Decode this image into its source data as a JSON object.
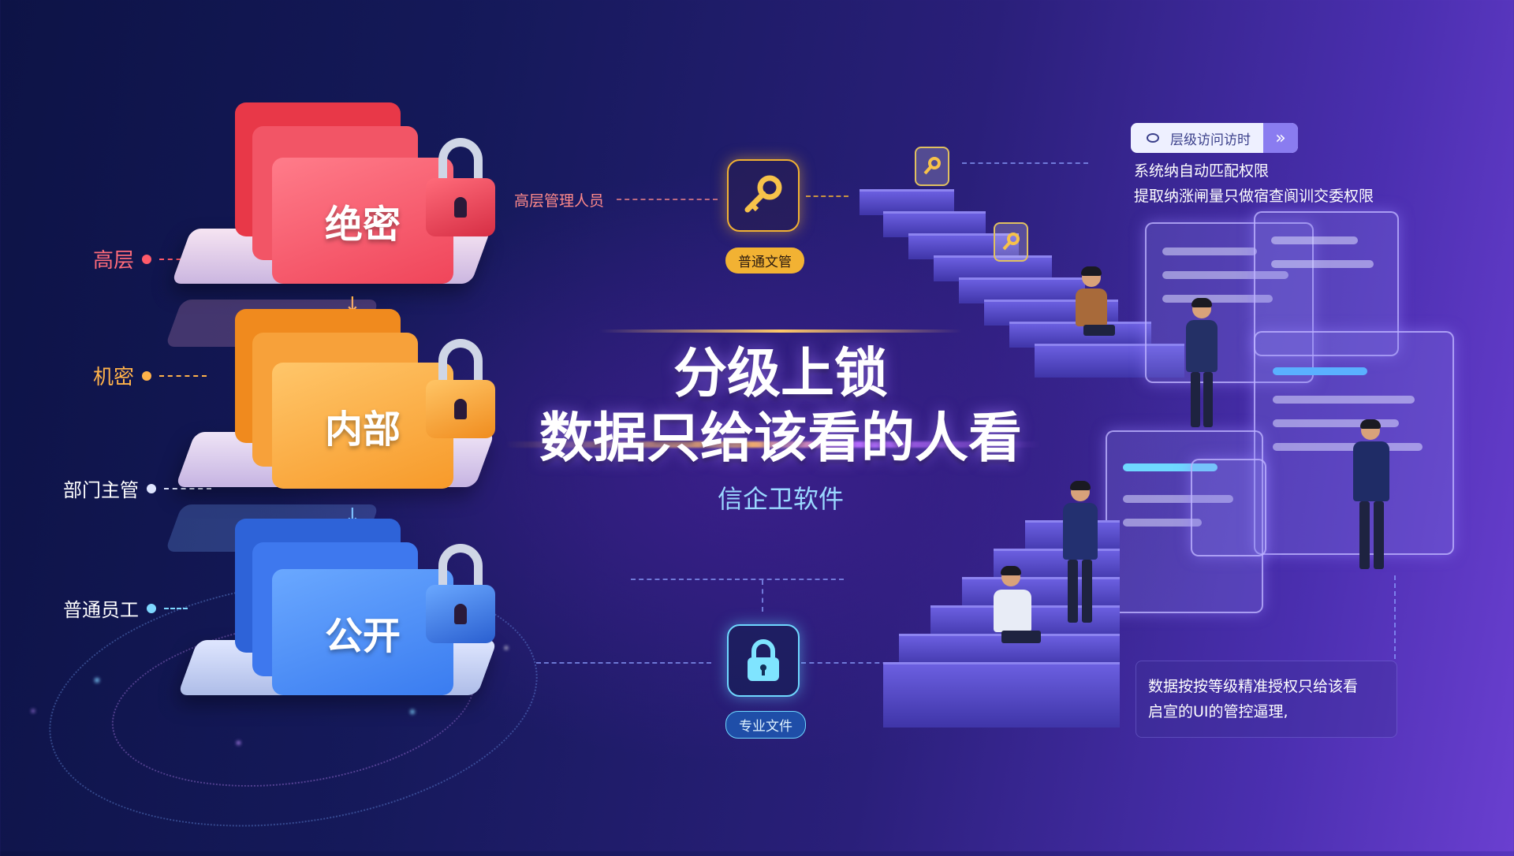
{
  "levels": {
    "top": "高层",
    "secret": "机密",
    "dept": "部门主管",
    "staff": "普通员工"
  },
  "folders": {
    "top_secret": "绝密",
    "internal": "内部",
    "public": "公开"
  },
  "roles": {
    "senior": "高层管理人员"
  },
  "icons": {
    "key_pill": "普通文管",
    "lock_pill": "专业文件"
  },
  "title": {
    "line1": "分级上锁",
    "line2": "数据只给该看的人看",
    "brand": "信企卫软件"
  },
  "panel": {
    "tag": "层级访问访时",
    "tag_arrow": "»",
    "line1": "系统纳自动匹配权限",
    "line2": "提取纳涨闸量只做宿查阆训交委权限"
  },
  "bottom_note": {
    "line1": "数据按按等级精准授权只给该看",
    "line2": "启宣的UI的管控逼理,"
  },
  "colors": {
    "red": "#f0455a",
    "orange": "#f79a2a",
    "blue": "#3a7cf0",
    "accent_gold": "#f2b233"
  }
}
